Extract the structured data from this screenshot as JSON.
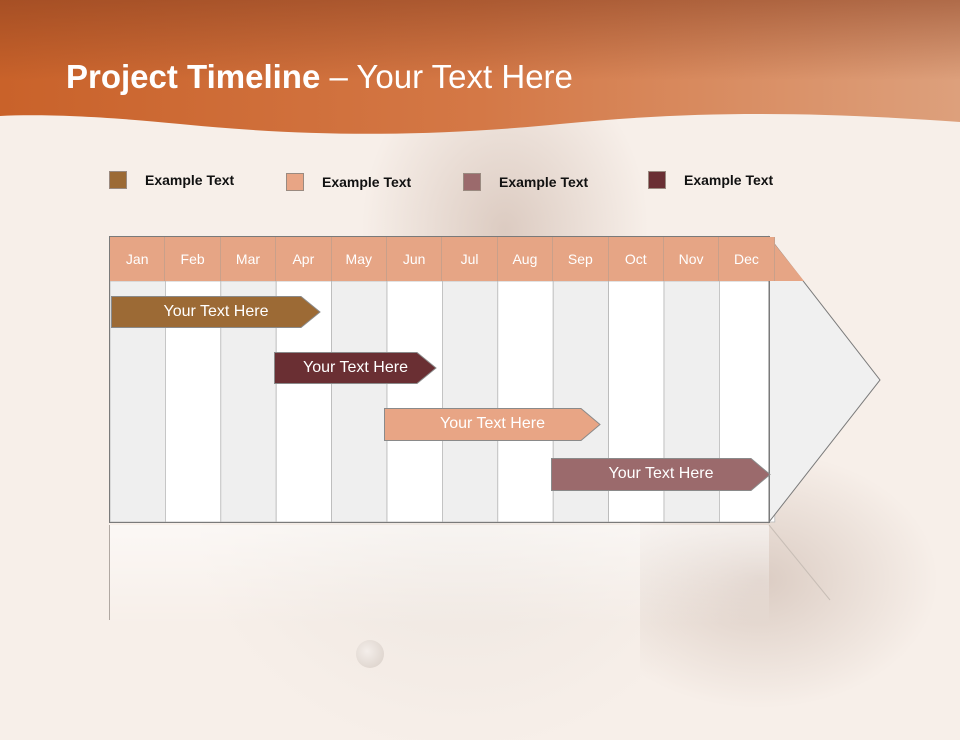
{
  "header": {
    "title_bold": "Project Timeline",
    "title_rest": " – Your Text Here"
  },
  "legend": [
    {
      "label": "Example Text",
      "color": "#9c6a35"
    },
    {
      "label": "Example Text",
      "color": "#e8a585"
    },
    {
      "label": "Example Text",
      "color": "#9b6a6c"
    },
    {
      "label": "Example Text",
      "color": "#6a2f33"
    }
  ],
  "months": [
    "Jan",
    "Feb",
    "Mar",
    "Apr",
    "May",
    "Jun",
    "Jul",
    "Aug",
    "Sep",
    "Oct",
    "Nov",
    "Dec"
  ],
  "tasks": [
    {
      "label": "Your  Text Here",
      "color": "#9c6a35",
      "start_month": "Jan",
      "end_month": "Apr"
    },
    {
      "label": "Your  Text Here",
      "color": "#6a2f33",
      "start_month": "Apr",
      "end_month": "Jun"
    },
    {
      "label": "Your  Text Here",
      "color": "#e8a585",
      "start_month": "Jun",
      "end_month": "Sep"
    },
    {
      "label": "Your  Text Here",
      "color": "#9b6a6c",
      "start_month": "Sep",
      "end_month": "Dec"
    }
  ],
  "colors": {
    "header_band": "#c8622c",
    "month_header": "#e6a585",
    "column_shaded": "#efefef",
    "column_white": "#ffffff"
  }
}
